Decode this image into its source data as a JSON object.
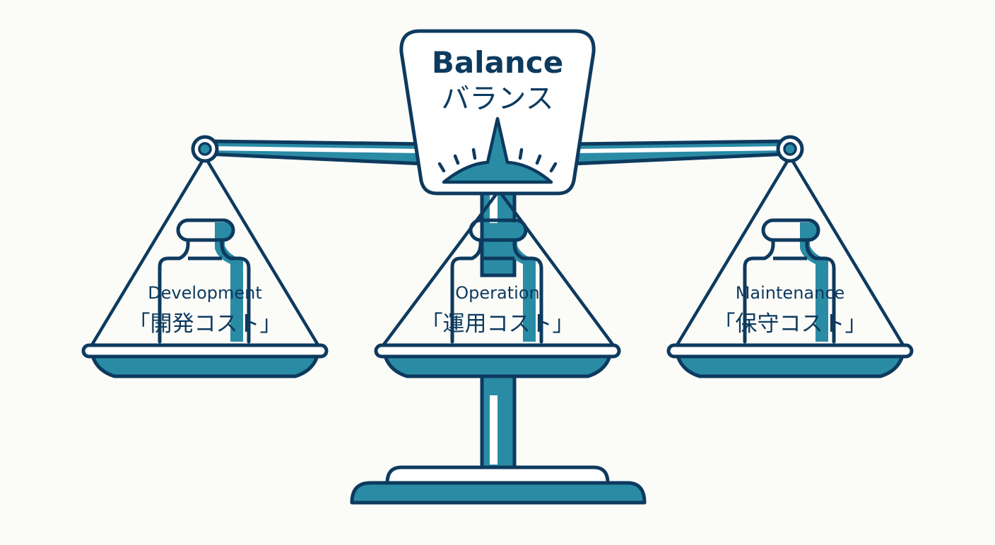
{
  "title": {
    "en": "Balance",
    "jp": "バランス"
  },
  "pans": [
    {
      "id": "development",
      "en": "Development",
      "jp": "「開発コスト」"
    },
    {
      "id": "operation",
      "en": "Operation",
      "jp": "「運用コスト」"
    },
    {
      "id": "maintenance",
      "en": "Maintenance",
      "jp": "「保守コスト」"
    }
  ],
  "colors": {
    "background": "#fbfbf8",
    "outline": "#0d3a5e",
    "teal": "#2a8ba5",
    "white": "#ffffff"
  },
  "icons": {
    "pan_weights": "weight-icon",
    "gauge": "gauge-needle-icon"
  }
}
